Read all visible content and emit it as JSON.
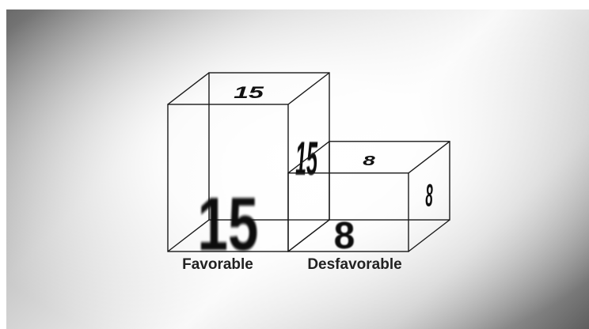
{
  "chart_data": {
    "type": "bar",
    "categories": [
      "Favorable",
      "Desfavorable"
    ],
    "values": [
      15,
      8
    ],
    "title": "",
    "xlabel": "",
    "ylabel": "",
    "ylim": [
      0,
      15
    ],
    "grid": false,
    "colors": {
      "edge": "#1a1a1a",
      "text": "#111111"
    }
  }
}
